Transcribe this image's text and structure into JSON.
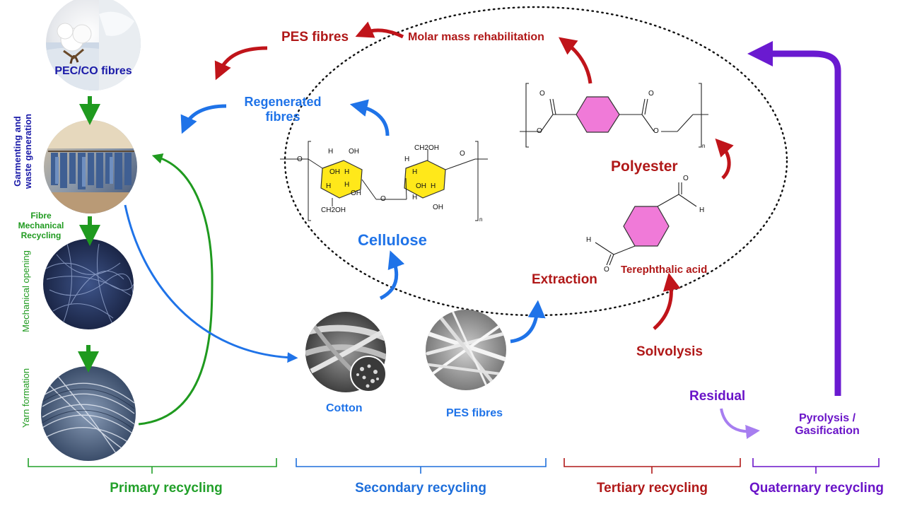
{
  "colors": {
    "primary": "#22a02a",
    "secondary": "#1f6fdb",
    "tertiary": "#b01818",
    "quaternary": "#6a14c8",
    "navy": "#1a1aa8",
    "arrow_green": "#1f9a1f",
    "arrow_blue": "#1f73e8",
    "arrow_red": "#c0141a",
    "arrow_purple": "#6a1ad0",
    "residual_arrow": "#a77ef0",
    "pink": "#f07ad8",
    "yellow": "#ffe81a"
  },
  "left_column": {
    "pec_co": "PEC/CO fibres",
    "garmenting_line1": "Garmenting and",
    "garmenting_line2": "waste generation",
    "fibre_mech_line1": "Fibre",
    "fibre_mech_line2": "Mechanical",
    "fibre_mech_line3": "Recycling",
    "mechanical_opening": "Mechanical opening",
    "yarn_formation": "Yarn formation"
  },
  "secondary": {
    "regenerated_line1": "Regenerated",
    "regenerated_line2": "fibres",
    "cellulose": "Cellulose",
    "cotton": "Cotton",
    "pes_fibres": "PES fibres"
  },
  "tertiary": {
    "pes_fibres": "PES fibres",
    "molar_mass": "Molar mass rehabilitation",
    "polyester": "Polyester",
    "extraction": "Extraction",
    "terephthalic": "Terephthalic acid",
    "solvolysis": "Solvolysis"
  },
  "quaternary": {
    "residual": "Residual",
    "pyrolysis_line1": "Pyrolysis /",
    "pyrolysis_line2": "Gasification"
  },
  "brackets": {
    "primary": "Primary recycling",
    "secondary": "Secondary recycling",
    "tertiary": "Tertiary recycling",
    "quaternary": "Quaternary recycling"
  },
  "chemistry": {
    "oh": "OH",
    "h": "H",
    "o": "O",
    "ch2oh": "CH2OH",
    "n": "n"
  }
}
